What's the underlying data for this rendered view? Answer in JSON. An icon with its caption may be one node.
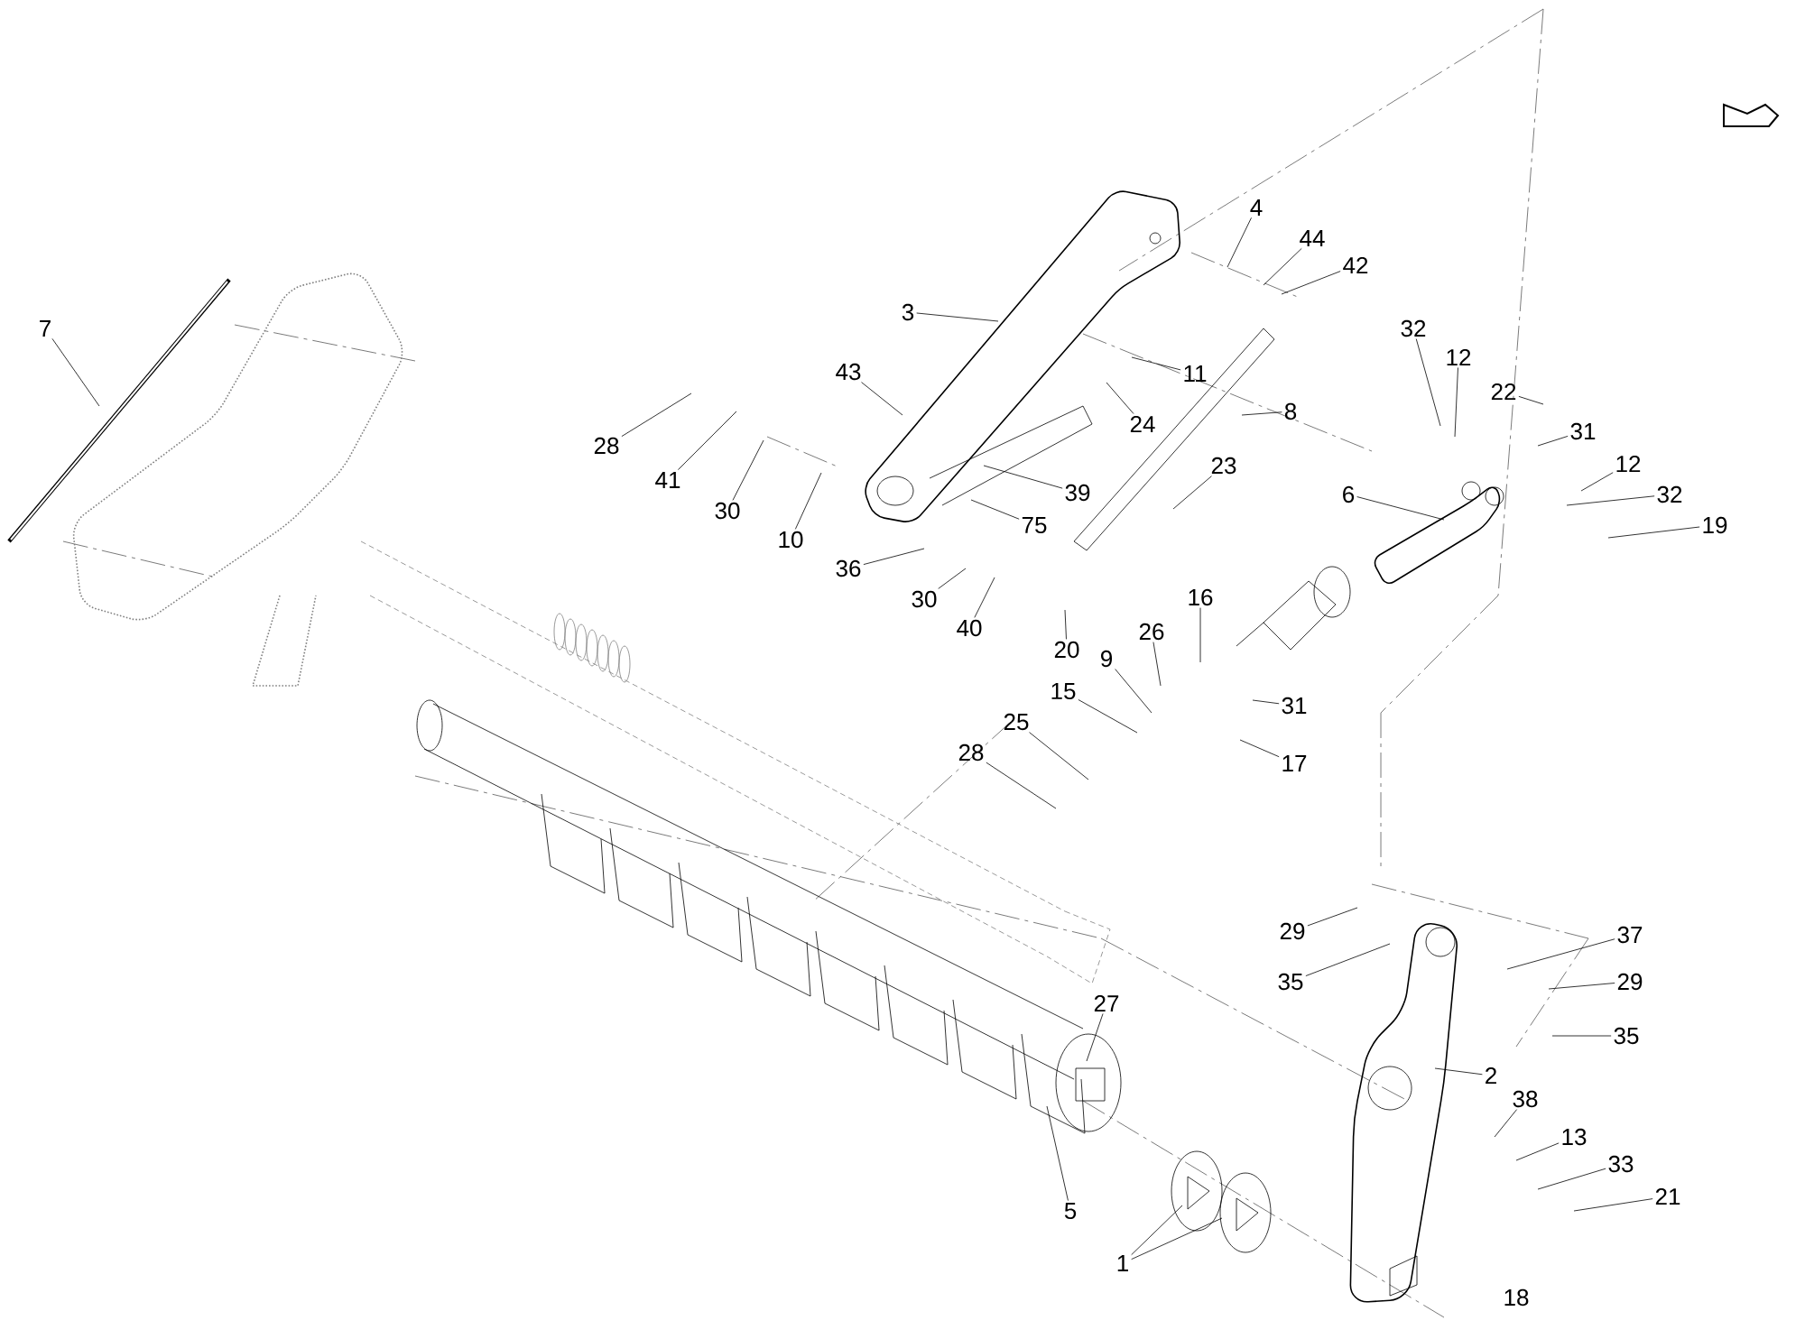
{
  "diagram": {
    "nodes": [
      {
        "text": [
          "7"
        ]
      },
      {
        "text": [
          "28"
        ]
      },
      {
        "text": [
          "41"
        ]
      },
      {
        "text": [
          "30"
        ]
      },
      {
        "text": [
          "10"
        ]
      },
      {
        "text": [
          "43"
        ]
      },
      {
        "text": [
          "3"
        ]
      },
      {
        "text": [
          "4"
        ]
      },
      {
        "text": [
          "44"
        ]
      },
      {
        "text": [
          "42"
        ]
      },
      {
        "text": [
          "11"
        ]
      },
      {
        "text": [
          "24"
        ]
      },
      {
        "text": [
          "8"
        ]
      },
      {
        "text": [
          "39"
        ]
      },
      {
        "text": [
          "75"
        ]
      },
      {
        "text": [
          "23"
        ]
      },
      {
        "text": [
          "36"
        ]
      },
      {
        "text": [
          "30"
        ]
      },
      {
        "text": [
          "40"
        ]
      },
      {
        "text": [
          "20"
        ]
      },
      {
        "text": [
          "32"
        ]
      },
      {
        "text": [
          "12"
        ]
      },
      {
        "text": [
          "22"
        ]
      },
      {
        "text": [
          "31"
        ]
      },
      {
        "text": [
          "6"
        ]
      },
      {
        "text": [
          "12"
        ]
      },
      {
        "text": [
          "32"
        ]
      },
      {
        "text": [
          "19"
        ]
      },
      {
        "text": [
          "16"
        ]
      },
      {
        "text": [
          "26"
        ]
      },
      {
        "text": [
          "9"
        ]
      },
      {
        "text": [
          "31"
        ]
      },
      {
        "text": [
          "15"
        ]
      },
      {
        "text": [
          "17"
        ]
      },
      {
        "text": [
          "25"
        ]
      },
      {
        "text": [
          "28"
        ]
      },
      {
        "text": [
          "29"
        ]
      },
      {
        "text": [
          "35"
        ]
      },
      {
        "text": [
          "37"
        ]
      },
      {
        "text": [
          "29"
        ]
      },
      {
        "text": [
          "35"
        ]
      },
      {
        "text": [
          "2"
        ]
      },
      {
        "text": [
          "38"
        ]
      },
      {
        "text": [
          "13"
        ]
      },
      {
        "text": [
          "33"
        ]
      },
      {
        "text": [
          "21"
        ]
      },
      {
        "text": [
          "27"
        ]
      },
      {
        "text": [
          "5"
        ]
      },
      {
        "text": [
          "1"
        ]
      },
      {
        "text": [
          "18"
        ]
      }
    ],
    "edges": [
      {
        "from": 0,
        "to": null,
        "arrow": "none"
      },
      {
        "from": 1,
        "to": null,
        "arrow": "none"
      },
      {
        "from": 2,
        "to": null,
        "arrow": "none"
      },
      {
        "from": 3,
        "to": null,
        "arrow": "none"
      },
      {
        "from": 4,
        "to": null,
        "arrow": "none"
      },
      {
        "from": 5,
        "to": null,
        "arrow": "none"
      },
      {
        "from": 6,
        "to": null,
        "arrow": "none"
      },
      {
        "from": 7,
        "to": null,
        "arrow": "none"
      },
      {
        "from": 8,
        "to": null,
        "arrow": "none"
      },
      {
        "from": 9,
        "to": null,
        "arrow": "none"
      },
      {
        "from": 10,
        "to": null,
        "arrow": "none"
      },
      {
        "from": 11,
        "to": null,
        "arrow": "none"
      },
      {
        "from": 12,
        "to": null,
        "arrow": "none"
      },
      {
        "from": 13,
        "to": null,
        "arrow": "none"
      },
      {
        "from": 14,
        "to": null,
        "arrow": "none"
      },
      {
        "from": 15,
        "to": null,
        "arrow": "none"
      },
      {
        "from": 16,
        "to": null,
        "arrow": "none"
      },
      {
        "from": 17,
        "to": null,
        "arrow": "none"
      },
      {
        "from": 18,
        "to": null,
        "arrow": "none"
      },
      {
        "from": 19,
        "to": null,
        "arrow": "none"
      },
      {
        "from": 20,
        "to": null,
        "arrow": "none"
      },
      {
        "from": 21,
        "to": null,
        "arrow": "none"
      },
      {
        "from": 22,
        "to": null,
        "arrow": "none"
      },
      {
        "from": 23,
        "to": null,
        "arrow": "none"
      },
      {
        "from": 24,
        "to": null,
        "arrow": "none"
      },
      {
        "from": 25,
        "to": null,
        "arrow": "none"
      },
      {
        "from": 26,
        "to": null,
        "arrow": "none"
      },
      {
        "from": 27,
        "to": null,
        "arrow": "none"
      },
      {
        "from": 28,
        "to": null,
        "arrow": "none"
      },
      {
        "from": 29,
        "to": null,
        "arrow": "none"
      },
      {
        "from": 30,
        "to": null,
        "arrow": "none"
      },
      {
        "from": 31,
        "to": null,
        "arrow": "none"
      },
      {
        "from": 32,
        "to": null,
        "arrow": "none"
      },
      {
        "from": 33,
        "to": null,
        "arrow": "none"
      },
      {
        "from": 34,
        "to": null,
        "arrow": "none"
      },
      {
        "from": 35,
        "to": null,
        "arrow": "none"
      },
      {
        "from": 36,
        "to": null,
        "arrow": "none"
      },
      {
        "from": 37,
        "to": null,
        "arrow": "none"
      },
      {
        "from": 38,
        "to": null,
        "arrow": "none"
      },
      {
        "from": 39,
        "to": null,
        "arrow": "none"
      },
      {
        "from": 40,
        "to": null,
        "arrow": "none"
      },
      {
        "from": 41,
        "to": null,
        "arrow": "none"
      },
      {
        "from": 42,
        "to": null,
        "arrow": "none"
      },
      {
        "from": 43,
        "to": null,
        "arrow": "none"
      },
      {
        "from": 44,
        "to": null,
        "arrow": "none"
      },
      {
        "from": 45,
        "to": null,
        "arrow": "none"
      },
      {
        "from": 46,
        "to": null,
        "arrow": "none"
      },
      {
        "from": 47,
        "to": null,
        "arrow": "none"
      },
      {
        "from": 48,
        "to": null,
        "arrow": "none"
      },
      {
        "from": 48,
        "to": null,
        "arrow": "none"
      }
    ]
  }
}
